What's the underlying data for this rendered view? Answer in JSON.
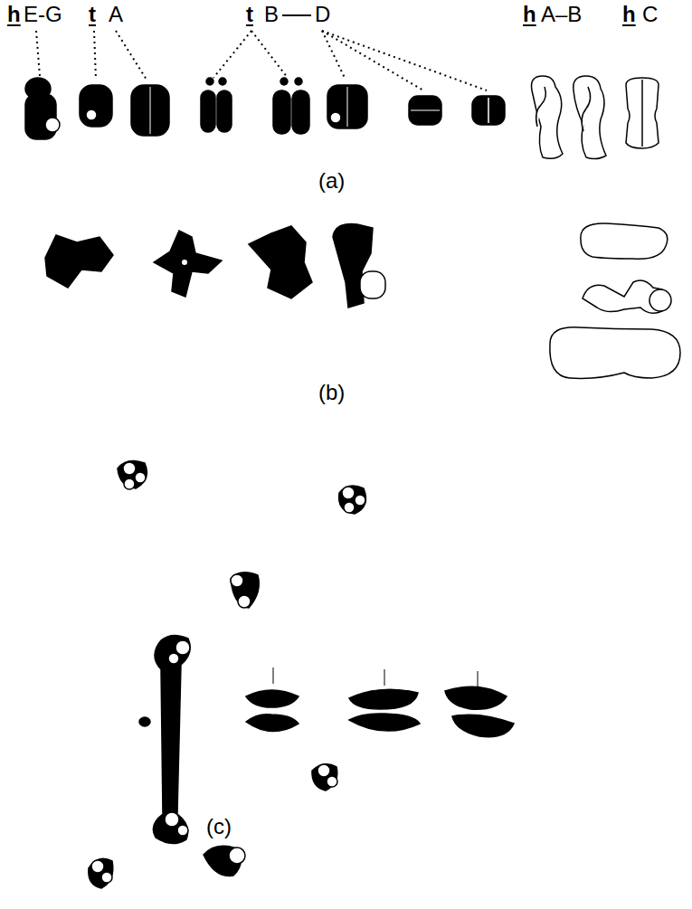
{
  "diagram": {
    "labels": [
      "h",
      "E-G",
      "t",
      "A",
      "t",
      "B",
      "D",
      "h",
      "A–B",
      "h",
      "C",
      "(a)",
      "(b)",
      "(c)"
    ]
  }
}
